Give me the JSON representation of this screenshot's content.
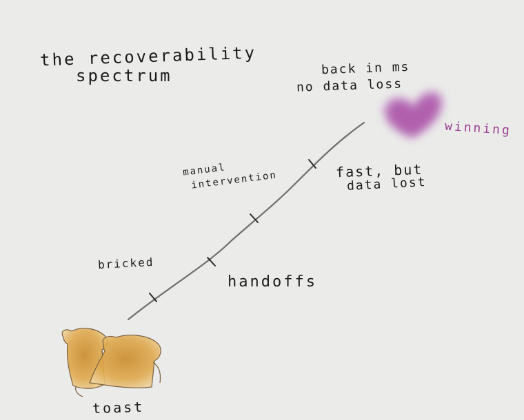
{
  "title": [
    "the recoverability",
    "spectrum"
  ],
  "labels": {
    "best": [
      "back in ms",
      "no data loss"
    ],
    "winning": "winning",
    "fast": [
      "fast, but",
      "data lost"
    ],
    "manual": [
      "manual",
      "intervention"
    ],
    "bricked": "bricked",
    "handoffs": "handoffs",
    "toast": "toast"
  },
  "icons": {
    "low_end": "toast-icon",
    "high_end": "heart-icon"
  },
  "colors": {
    "line": "#6e6e6e",
    "heart": "#b05fb3",
    "winning": "#9a3f92",
    "toast": "#d39a3c"
  }
}
